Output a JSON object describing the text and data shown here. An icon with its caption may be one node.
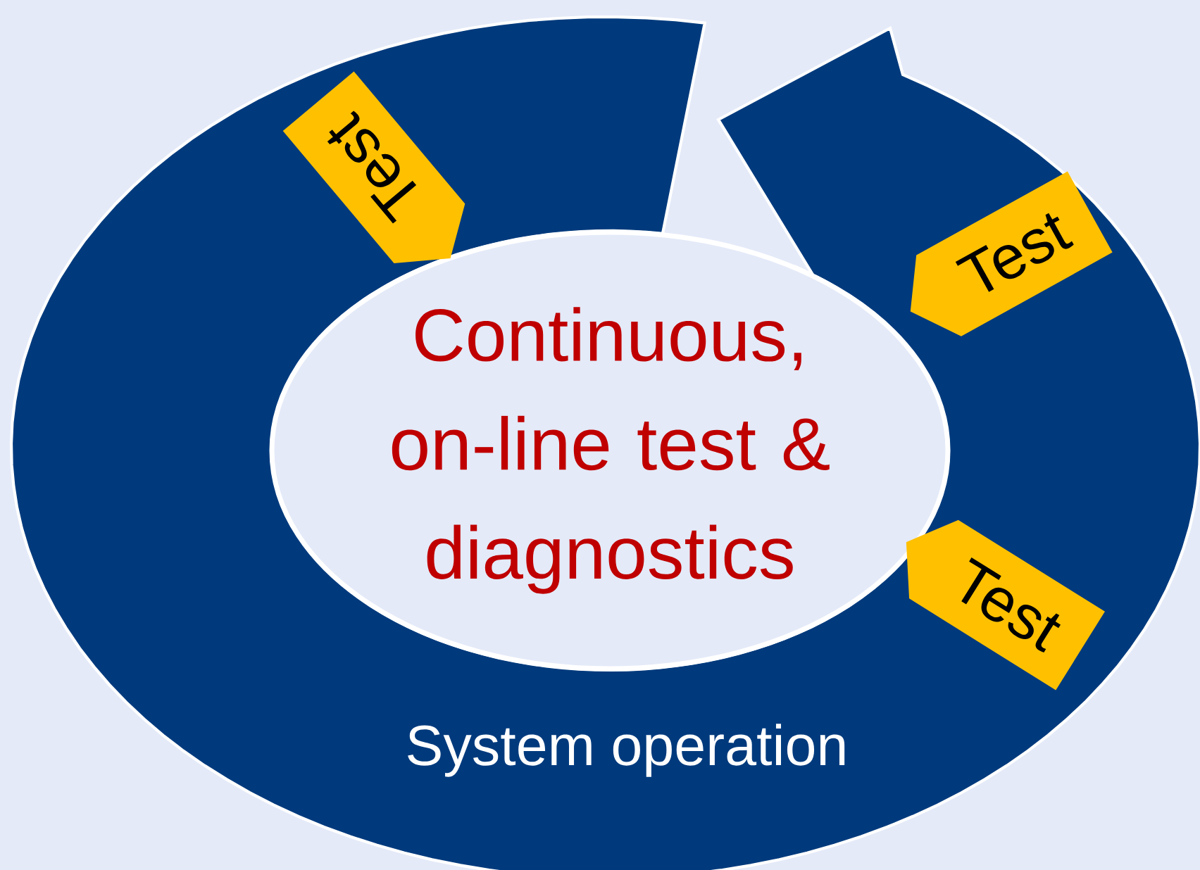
{
  "diagram": {
    "nodes": [
      {
        "text": [
          "System operation"
        ]
      },
      {
        "text": [
          "Continuous, on-line test & diagnostics"
        ]
      },
      {
        "text": [
          "Test"
        ],
        "in": 0
      },
      {
        "text": [
          "Test"
        ],
        "in": 0
      },
      {
        "text": [
          "Test"
        ],
        "in": 0
      }
    ]
  }
}
